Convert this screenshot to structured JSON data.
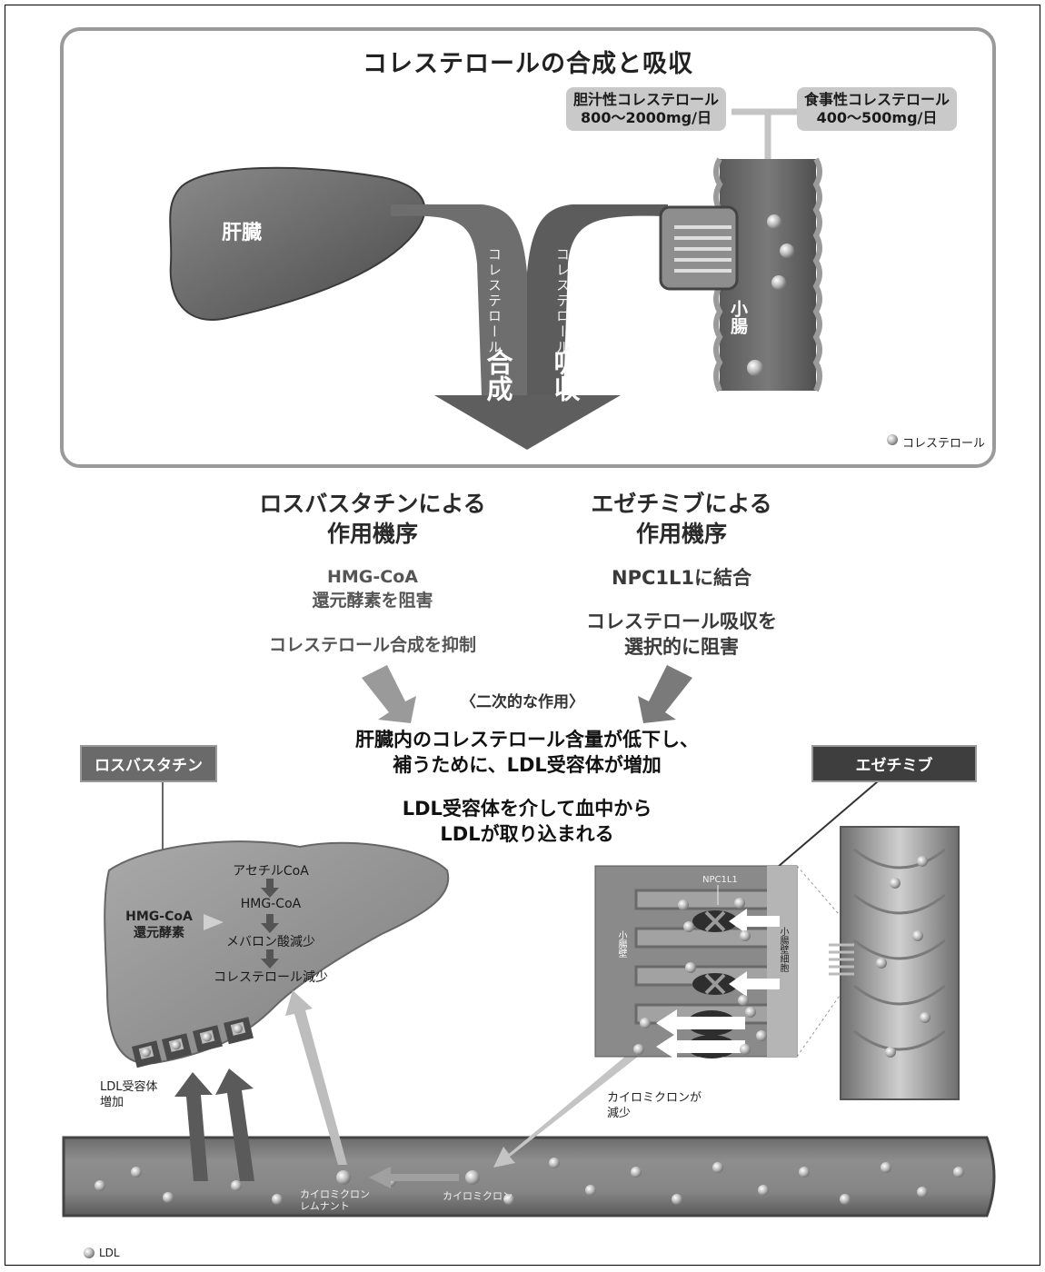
{
  "top": {
    "title": "コレステロールの合成と吸収",
    "bile_chol": {
      "line1": "胆汁性コレステロール",
      "line2": "800〜2000mg/日"
    },
    "diet_chol": {
      "line1": "食事性コレステロール",
      "line2": "400〜500mg/日"
    },
    "liver_label": "肝臓",
    "intestine_label": "小腸",
    "synthesis_small": "コレステロール",
    "synthesis_big": "合成",
    "absorption_small": "コレステロール",
    "absorption_big": "吸収",
    "legend": "コレステロール"
  },
  "middle": {
    "rosu_head1": "ロスバスタチンによる",
    "rosu_head2": "作用機序",
    "rosu_line1": "HMG-CoA",
    "rosu_line2": "還元酵素を阻害",
    "rosu_line3": "コレステロール合成を抑制",
    "eze_head1": "エゼチミブによる",
    "eze_head2": "作用機序",
    "eze_line1": "NPC1L1に結合",
    "eze_line2": "コレステロール吸収を",
    "eze_line3": "選択的に阻害",
    "secondary": "〈二次的な作用〉",
    "effect1a": "肝臓内のコレステロール含量が低下し、",
    "effect1b": "補うために、LDL受容体が増加",
    "effect2a": "LDL受容体を介して血中から",
    "effect2b": "LDLが取り込まれる"
  },
  "bottom": {
    "rosu_label": "ロスバスタチン",
    "eze_label": "エゼチミブ",
    "hmg_enzyme1": "HMG-CoA",
    "hmg_enzyme2": "還元酵素",
    "pathway": [
      "アセチルCoA",
      "HMG-CoA",
      "メバロン酸減少",
      "コレステロール減少"
    ],
    "ldl_receptor1": "LDL受容体",
    "ldl_receptor2": "増加",
    "npc": "NPC1L1",
    "wall_left": "小腸壁",
    "wall_right": "小腸壁細胞",
    "chylo_reduce1": "カイロミクロンが",
    "chylo_reduce2": "減少",
    "chylo": "カイロミクロン",
    "remnant1": "カイロミクロン",
    "remnant2": "レムナント",
    "legend_ldl": "LDL"
  }
}
